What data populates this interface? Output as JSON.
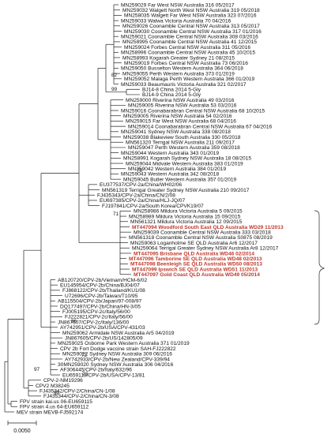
{
  "tree": {
    "scale_label": "0.0050",
    "highlight_color": "#c0392b",
    "taxa": [
      {
        "label": "MN259029 Far West NSW Australia 316 05/2017",
        "hl": false
      },
      {
        "label": "MN259032 Walgett North West NSW Australia 319 05/2018",
        "hl": false
      },
      {
        "label": "MN258035 Walgett Far West NSW Australia 323 07/2016",
        "hl": false
      },
      {
        "label": "MN259033 Walwa Victoria Australia 70 04/2016",
        "hl": false
      },
      {
        "label": "MN259026 Coonamble Central NSW Australia 313 05/2017",
        "hl": false
      },
      {
        "label": "MN259030 Coonamble Central NSW Australia 317 01/2016",
        "hl": false
      },
      {
        "label": "MN259021 Coonamble Central NSW Australia 308 03/2016",
        "hl": false
      },
      {
        "label": "MN258995 Coonamble Central NSW Australia 41 12/2015",
        "hl": false
      },
      {
        "label": "MN259024 Forbes Central NSW Australia 311 05/2016",
        "hl": false
      },
      {
        "label": "MN258996 Coonamble Central NSW Australia 45 10/2015",
        "hl": false
      },
      {
        "label": "MN258993 Kogarah Greater Sydney 21 08/2015",
        "hl": false
      },
      {
        "label": "MN259019 Forbes Central NSW Australia 73 06/2016",
        "hl": false
      },
      {
        "label": "MN259050 Busselton Western Australia 364 06/2018",
        "hl": false
      },
      {
        "label": "MN259055 Perth Western Australia 373 01/2019",
        "hl": false
      },
      {
        "label": "MN259052 Malaga Perth Western Australia 366 01/2019",
        "hl": false
      },
      {
        "label": "MN259033 Beaumauris Victoria Australia 321 02/2017",
        "hl": false
      },
      {
        "label": "BJ14-8 China 2014 5-Gly",
        "hl": false
      },
      {
        "label": "BJ14-9 China 2014 5-Gly",
        "hl": false
      },
      {
        "label": "MN259000 Riverina NSW Australia 49 03/2016",
        "hl": false
      },
      {
        "label": "MN259005 Riverina NSW Australia 53 03/2016",
        "hl": false
      },
      {
        "label": "MN259016 Coonabarabran Central NSW Australia 68 10/2015",
        "hl": false
      },
      {
        "label": "MN259005 Riverina NSW Australia 54 02/2016",
        "hl": false
      },
      {
        "label": "MN259015 Far West NSW Australia 68 04/2016",
        "hl": false
      },
      {
        "label": "MN259014 Coonabarabran Central NSW Australia 67 04/2016",
        "hl": false
      },
      {
        "label": "MN259041 Sydney NSW Australia 338 08/2018",
        "hl": false
      },
      {
        "label": "MN259038 Blakeview South Australia 330 05/2018",
        "hl": false
      },
      {
        "label": "MN561320 Terrigal NSW Australia 211 09/2017",
        "hl": false
      },
      {
        "label": "MN259047 Perth Western Australia 359 08/2018",
        "hl": false
      },
      {
        "label": "MN259044 Western Australia 343 01/2019",
        "hl": false
      },
      {
        "label": "MN258991 Kogarah Sydney NSW Australia 18 08/2015",
        "hl": false
      },
      {
        "label": "MN259044 Midvale Western Australia 383 01/2019",
        "hl": false
      },
      {
        "label": "MN259042 Western Australia 384 01/2019",
        "hl": false
      },
      {
        "label": "MN259043 Western Australia 342 08/2018",
        "hl": false
      },
      {
        "label": "MN259045 Butler Western Australia 357 01/2019",
        "hl": false
      },
      {
        "label": "EU377537/CPV-2a/China/WH02/06",
        "hl": false
      },
      {
        "label": "MN561319 Terrigal Greater Sydney NSW Australia 210 09/2017",
        "hl": false
      },
      {
        "label": "FJ435343/CPV-2a/China/CN/2/08",
        "hl": false
      },
      {
        "label": "EU697385/CPV-2a/China/HLJ-JQ/07",
        "hl": false
      },
      {
        "label": "FJ197841/CPV-2a/South Korea/CPVK19/07",
        "hl": false
      },
      {
        "label": "MN258986 Mildura Victoria Australia 5 09/2015",
        "hl": false
      },
      {
        "label": "MN258989 Mildura Victoria Australia 15 09/2015",
        "hl": false
      },
      {
        "label": "MN561321 Mildura Victoria Australia 12 09/2015",
        "hl": false
      },
      {
        "label": "MT447094 Woodford South East QLD Australia WD29 11/2013",
        "hl": true
      },
      {
        "label": "MN259039 Coonamble Central NSW Australia 333 03/2018",
        "hl": false
      },
      {
        "label": "MN561318 Coonamble Central NSW Australia S0875 08/2019",
        "hl": false
      },
      {
        "label": "MN259063 Loganholme SE QLD Australia Ar6 12/2017",
        "hl": false
      },
      {
        "label": "MN259064 Terrigal Greater Sydney NSW Australia Ar8 12/2017",
        "hl": false
      },
      {
        "label": "MT447095 Brisbane QLD Australia WD46 02/2014",
        "hl": true
      },
      {
        "label": "MT447096 Tamborine SE QLD Australia WD48 02/2013",
        "hl": true
      },
      {
        "label": "MT447098 Beenleigh SE QLD Australia WD50 08/2013",
        "hl": true
      },
      {
        "label": "MT447099 Ipswich SE QLD Australia WD51 11/2013",
        "hl": true
      },
      {
        "label": "MT447097 Gold Coast QLD Australia WD49 05/2014",
        "hl": true
      },
      {
        "label": "AB120720/CPV-2b/Vietnam/HCM-6/02",
        "hl": false
      },
      {
        "label": "EU145954/CPV-2b/China/BJ04/07",
        "hl": false
      },
      {
        "label": "FJ868122/CPV-2b/Thailand/KU1/08",
        "hl": false
      },
      {
        "label": "U72696/CPV-2b/Taiwan/T10/95",
        "hl": false
      },
      {
        "label": "AB115504/CPV-2b/Japan/97-008/97",
        "hl": false
      },
      {
        "label": "DQ177497/CPV-2b/China/HN-3/05",
        "hl": false
      },
      {
        "label": "FJ005195/CPV-2c/Italy/56/00",
        "hl": false
      },
      {
        "label": "FJ222821/CPV-2c/Italy/56/00",
        "hl": false
      },
      {
        "label": "JN867607/CPV-2c/Italy/136/00",
        "hl": false
      },
      {
        "label": "AY742951/CPV-2b/USA/CPV-431/03",
        "hl": false
      },
      {
        "label": "MN259062 Armidale NSW Australia Ar5 04/2019",
        "hl": false
      },
      {
        "label": "JN867605/CPV-2b/US/142805/09",
        "hl": false
      },
      {
        "label": "MN259025 Osborne Park Western Australia 371 01/2019",
        "hl": false
      },
      {
        "label": "CPV 2b Fort Dodge vaccine strain SAH-FJ222822",
        "hl": false
      },
      {
        "label": "MN259022 Sydney NSW Australia 309 06/2016",
        "hl": false
      },
      {
        "label": "AY742933/CPV-2b/New Zealand/CPV-339/94",
        "hl": false
      },
      {
        "label": "30MN259020 Sydney NSW Australia 306 04/2016",
        "hl": false
      },
      {
        "label": "AF306445/CPV-2b/Italy/632/96",
        "hl": false
      },
      {
        "label": "EU659118/CPV-2b/USA/CPV-13/81",
        "hl": false
      },
      {
        "label": "CPV-2-NM19296",
        "hl": false
      },
      {
        "label": "CPV2 M38245",
        "hl": false
      },
      {
        "label": "FJ435342/CPV-2/China/CN-1/08",
        "hl": false
      },
      {
        "label": "FJ435344/CPV-2/China/CN-3/08",
        "hl": false
      },
      {
        "label": "FPV strain kai.us 06-EU659115",
        "hl": false
      },
      {
        "label": "FPV strain 4.us 64-EU659112",
        "hl": false
      },
      {
        "label": "MEV strain MEVB-FJ592174",
        "hl": false
      }
    ],
    "bootstrap": [
      "82",
      "99",
      "78",
      "71",
      "86",
      "72",
      "73",
      "97",
      "99"
    ]
  }
}
